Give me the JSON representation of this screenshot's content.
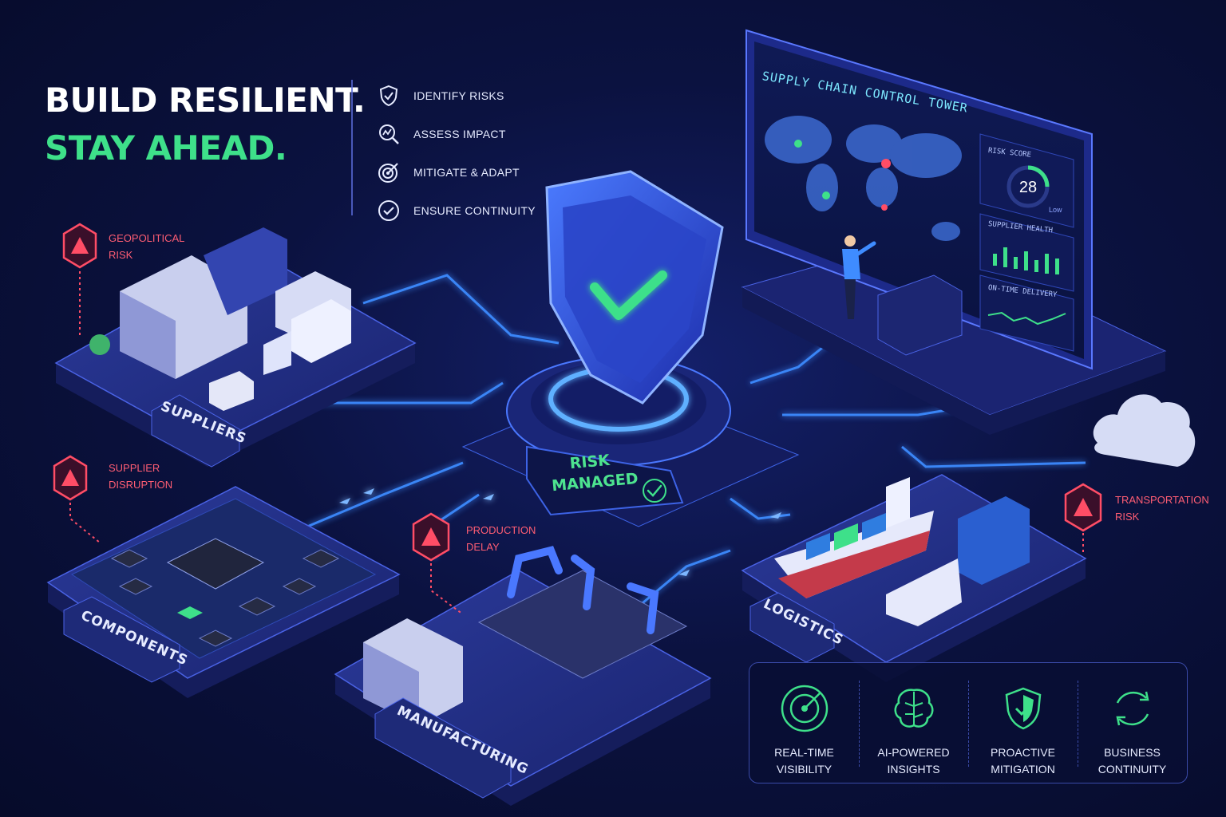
{
  "headline": {
    "line1": "BUILD RESILIENT.",
    "line2": "STAY AHEAD."
  },
  "steps": [
    {
      "label": "IDENTIFY RISKS",
      "icon": "shield-check-icon"
    },
    {
      "label": "ASSESS IMPACT",
      "icon": "magnifier-chart-icon"
    },
    {
      "label": "MITIGATE & ADAPT",
      "icon": "target-icon"
    },
    {
      "label": "ENSURE CONTINUITY",
      "icon": "check-circle-icon"
    }
  ],
  "risks": {
    "geopolitical": {
      "line1": "GEOPOLITICAL",
      "line2": "RISK"
    },
    "supplier": {
      "line1": "SUPPLIER",
      "line2": "DISRUPTION"
    },
    "production": {
      "line1": "PRODUCTION",
      "line2": "DELAY"
    },
    "transportation": {
      "line1": "TRANSPORTATION",
      "line2": "RISK"
    }
  },
  "platforms": {
    "suppliers": "SUPPLIERS",
    "components": "COMPONENTS",
    "manufacturing": "MANUFACTURING",
    "logistics": "LOGISTICS"
  },
  "center": {
    "line1": "RISK",
    "line2": "MANAGED"
  },
  "control_tower": {
    "title": "SUPPLY CHAIN CONTROL TOWER",
    "risk_score_label": "RISK SCORE",
    "risk_score_value": "28",
    "risk_score_level": "Low",
    "supplier_health_label": "SUPPLIER HEALTH",
    "on_time_label": "ON-TIME DELIVERY"
  },
  "benefits": [
    {
      "line1": "REAL-TIME",
      "line2": "VISIBILITY",
      "icon": "radar-icon"
    },
    {
      "line1": "AI-POWERED",
      "line2": "INSIGHTS",
      "icon": "brain-icon"
    },
    {
      "line1": "PROACTIVE",
      "line2": "MITIGATION",
      "icon": "shield-icon"
    },
    {
      "line1": "BUSINESS",
      "line2": "CONTINUITY",
      "icon": "cycle-icon"
    }
  ],
  "colors": {
    "accent_green": "#3ee08a",
    "risk_red": "#ff4d66",
    "glow_blue": "#3d8bff",
    "text": "#e6ebff"
  }
}
